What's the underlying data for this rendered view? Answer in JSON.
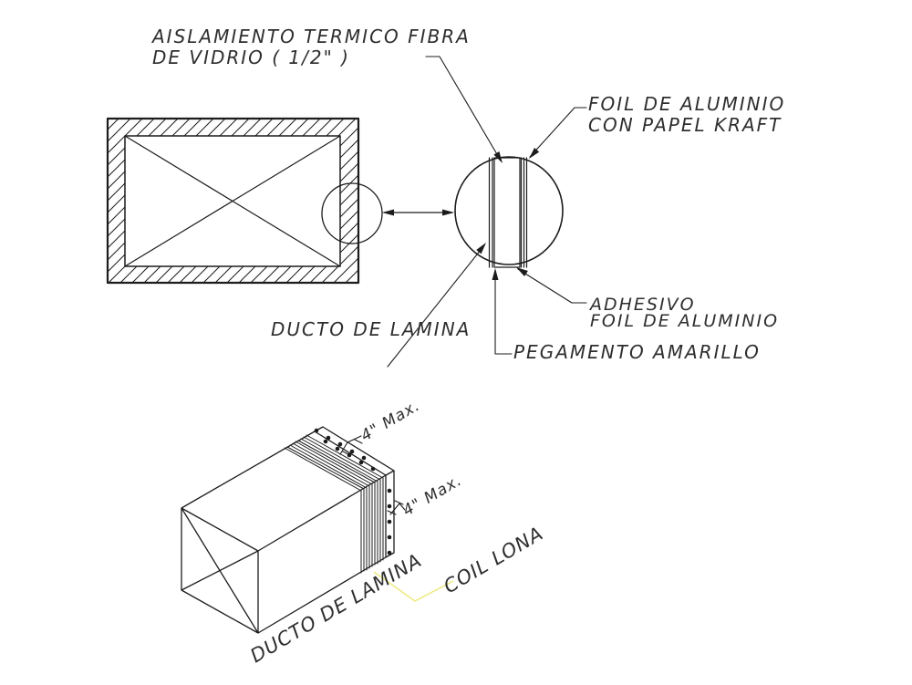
{
  "drawing_title": "Duct insulation detail (CAD drawing)",
  "colors": {
    "line": "#1c1c1c",
    "text": "#2e2e2e",
    "leader_yellow": "#f0ec8e",
    "background": "#ffffff"
  },
  "detail_view": {
    "label_aislamiento_line1": "AISLAMIENTO TERMICO FIBRA",
    "label_aislamiento_line2": "DE VIDRIO ( 1/2\" )",
    "label_foil_line1": "FOIL DE ALUMINIO",
    "label_foil_line2": "CON PAPEL KRAFT",
    "label_ducto": "DUCTO DE LAMINA",
    "label_adhesivo_line1": "ADHESIVO",
    "label_adhesivo_line2": "FOIL DE ALUMINIO",
    "label_pegamento": "PEGAMENTO AMARILLO"
  },
  "iso_view": {
    "label_dim_top": "4\" Max.",
    "label_dim_front": "4\" Max.",
    "label_ducto": "DUCTO DE LAMINA",
    "label_coil": "COIL LONA"
  }
}
